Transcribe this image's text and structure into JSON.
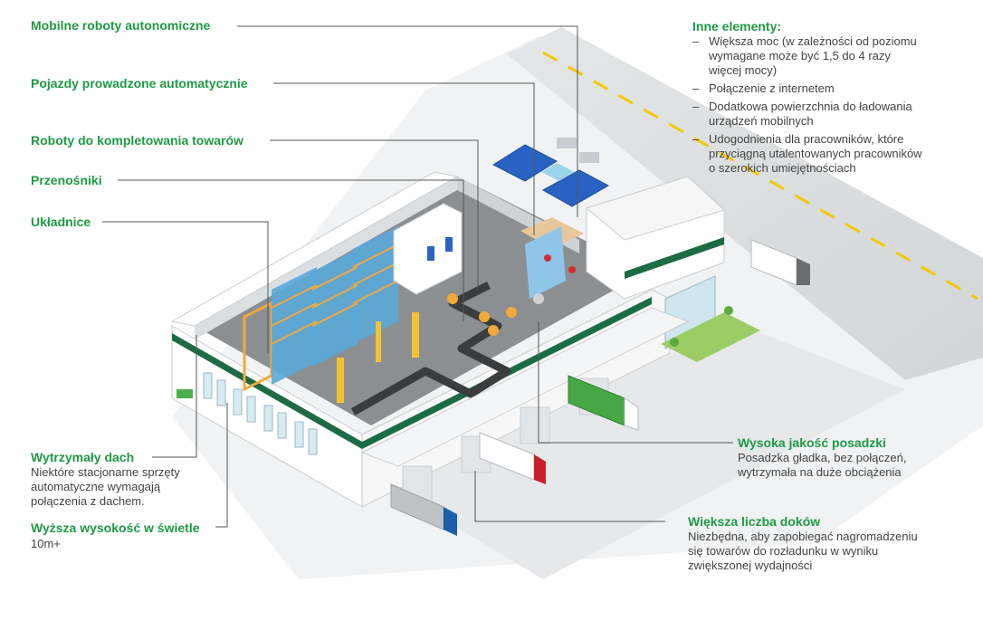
{
  "colors": {
    "label_green": "#1e9a45",
    "text_gray": "#444444",
    "leader_line": "#555555",
    "building_green": "#1d6b45",
    "rack_blue": "#5aa8d8",
    "rack_orange": "#f2a93b",
    "truck_blue": "#1c5fa8",
    "truck_red": "#c8202a",
    "truck_green": "#45a845"
  },
  "labels": {
    "amr": "Mobilne roboty autonomiczne",
    "agv": "Pojazdy prowadzone automatycznie",
    "picking": "Roboty do kompletowania towarów",
    "conveyors": "Przenośniki",
    "stackers": "Układnice",
    "roof": {
      "title": "Wytrzymały dach",
      "lines": [
        "Niektóre stacjonarne sprzęty",
        "automatyczne wymagają",
        "połączenia z dachem."
      ]
    },
    "height": {
      "title": "Wyższa wysokość w świetle",
      "value": "10m+"
    },
    "floor": {
      "title": "Wysoka jakość posadzki",
      "lines": [
        "Posadzka gładka, bez połączeń,",
        "wytrzymała na duże obciążenia"
      ]
    },
    "docks": {
      "title": "Większa liczba doków",
      "lines": [
        "Niezbędna, aby zapobiegać nagromadzeniu",
        "się towarów do rozładunku w wyniku",
        "zwiększonej wydajności"
      ]
    }
  },
  "other": {
    "title": "Inne elementy:",
    "items": [
      {
        "lines": [
          "Większa moc (w zależności od poziomu",
          "wymagane może być 1,5 do 4 razy",
          "więcej mocy)"
        ]
      },
      {
        "lines": [
          "Połączenie z internetem"
        ]
      },
      {
        "lines": [
          "Dodatkowa powierzchnia do ładowania",
          "urządzeń mobilnych"
        ]
      },
      {
        "lines": [
          "Udogodnienia dla pracowników, które",
          "przyciągną utalentowanych pracowników",
          "o szerokich umiejętnościach"
        ]
      }
    ]
  }
}
